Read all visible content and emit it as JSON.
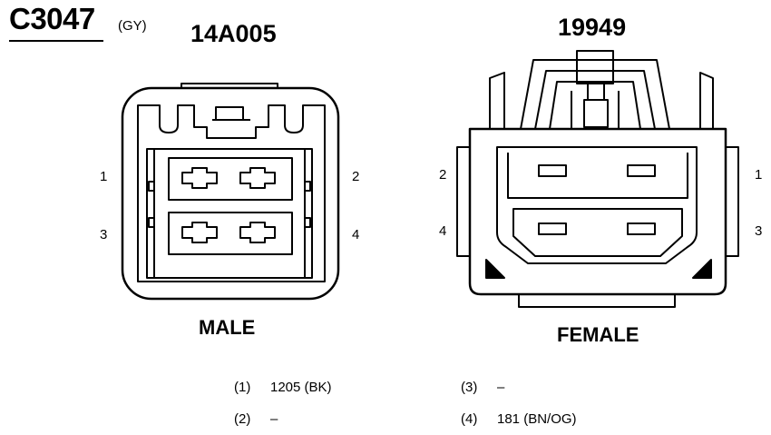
{
  "header": {
    "connector_id": "C3047",
    "connector_color": "(GY)"
  },
  "male": {
    "part_number": "14A005",
    "label": "MALE",
    "pins": {
      "p1": "1",
      "p2": "2",
      "p3": "3",
      "p4": "4"
    }
  },
  "female": {
    "part_number": "19949",
    "label": "FEMALE",
    "pins": {
      "p1": "1",
      "p2": "2",
      "p3": "3",
      "p4": "4"
    }
  },
  "circuits": [
    {
      "num": "(1)",
      "value": "1205 (BK)"
    },
    {
      "num": "(2)",
      "value": "–"
    },
    {
      "num": "(3)",
      "value": "–"
    },
    {
      "num": "(4)",
      "value": "181 (BN/OG)"
    }
  ]
}
